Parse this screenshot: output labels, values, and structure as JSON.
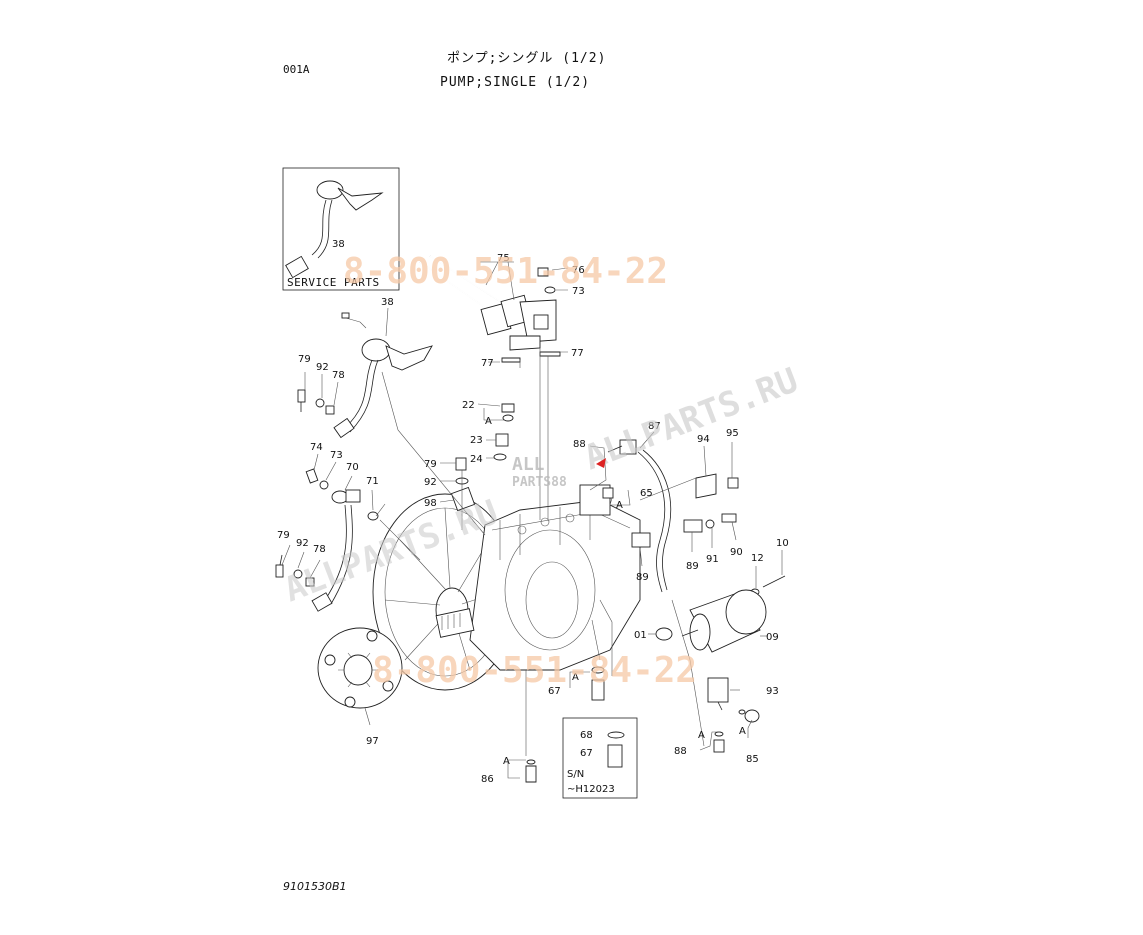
{
  "header": {
    "page_code": "001A",
    "title_jp": "ポンプ;シングル (1/2)",
    "title_en": "PUMP;SINGLE (1/2)"
  },
  "footer": {
    "doc_number": "9101530B1"
  },
  "watermarks": {
    "phone_top": "8-800-551-84-22",
    "phone_bottom": "8-800-551-84-22",
    "site_diagonal": "ALLPARTS.RU",
    "site_diagonal_left": "ALLPARTS.RU",
    "logo_line1": "ALL",
    "logo_line2": "PARTS88"
  },
  "insets": {
    "service_parts": {
      "label": "SERVICE PARTS",
      "part": "38"
    },
    "serial": {
      "sn_label": "S/N",
      "sn_value": "~H12023",
      "parts": [
        "68",
        "67"
      ]
    }
  },
  "callouts": {
    "p38": "38",
    "p75": "75",
    "p76": "76",
    "p73a": "73",
    "p77a": "77",
    "p77b": "77",
    "p79a": "79",
    "p92a": "92",
    "p78a": "78",
    "p22": "22",
    "A1": "A",
    "p23": "23",
    "p24": "24",
    "p79b": "79",
    "p92b": "92",
    "p98": "98",
    "p74": "74",
    "p73b": "73",
    "p70": "70",
    "p71": "71",
    "p88a": "88",
    "p87": "87",
    "p94": "94",
    "p95": "95",
    "p65": "65",
    "A2": "A",
    "p79c": "79",
    "p92c": "92",
    "p78c": "78",
    "p89a": "89",
    "p91": "91",
    "p90": "90",
    "p89b": "89",
    "p12": "12",
    "p10": "10",
    "p01": "01",
    "p09": "09",
    "p67": "67",
    "A3": "A",
    "p93": "93",
    "p97": "97",
    "p86": "86",
    "A4": "A",
    "p88b": "88",
    "A5": "A",
    "A6": "A",
    "p85": "85"
  }
}
